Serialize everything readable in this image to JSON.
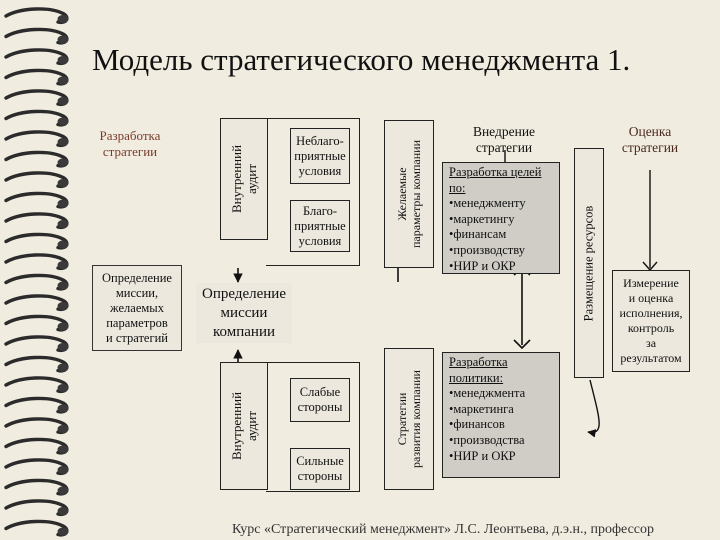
{
  "title": "Модель стратегического менеджмента 1.",
  "footer": "Курс «Стратегический менеджмент» Л.С. Леонтьева, д.э.н., профессор",
  "diagram": {
    "dev_strategy": [
      "Разработка",
      "стратегии"
    ],
    "mission_def": [
      "Определение",
      "миссии,",
      "желаемых",
      "параметров",
      "и стратегий"
    ],
    "company_mission": [
      "Определение",
      "миссии",
      "компании"
    ],
    "external_audit": [
      "Внутренний",
      "аудит"
    ],
    "internal_audit": [
      "Внутренний",
      "аудит"
    ],
    "unfavorable": [
      "Неблаго-",
      "приятные",
      "условия"
    ],
    "favorable": [
      "Благо-",
      "приятные",
      "условия"
    ],
    "weak": [
      "Слабые",
      "стороны"
    ],
    "strong": [
      "Сильные",
      "стороны"
    ],
    "desired_params": [
      "Желаемые",
      "параметры компании"
    ],
    "dev_strategies": [
      "Стратегии",
      "развития компании"
    ],
    "implementation": [
      "Внедрение",
      "стратегии"
    ],
    "goals": {
      "heading": [
        "Разработка целей",
        "по:"
      ],
      "items": [
        "•менеджменту",
        "•маркетингу",
        "•финансам",
        "•производству",
        "•НИР и ОКР"
      ]
    },
    "policy": {
      "heading": [
        "Разработка",
        "политики:"
      ],
      "items": [
        "•менеджмента",
        "•маркетинга",
        "•финансов",
        "•производства",
        "•НИР и ОКР"
      ]
    },
    "resources": "Размещение ресурсов",
    "evaluation": [
      "Оценка",
      "стратегии"
    ],
    "measurement": [
      "Измерение",
      "и оценка",
      "исполнения,",
      "контроль",
      "за",
      "результатом"
    ]
  },
  "colors": {
    "background": "#f1ece0",
    "shade": "#d0cdc6",
    "accent": "#7a3b2b"
  }
}
